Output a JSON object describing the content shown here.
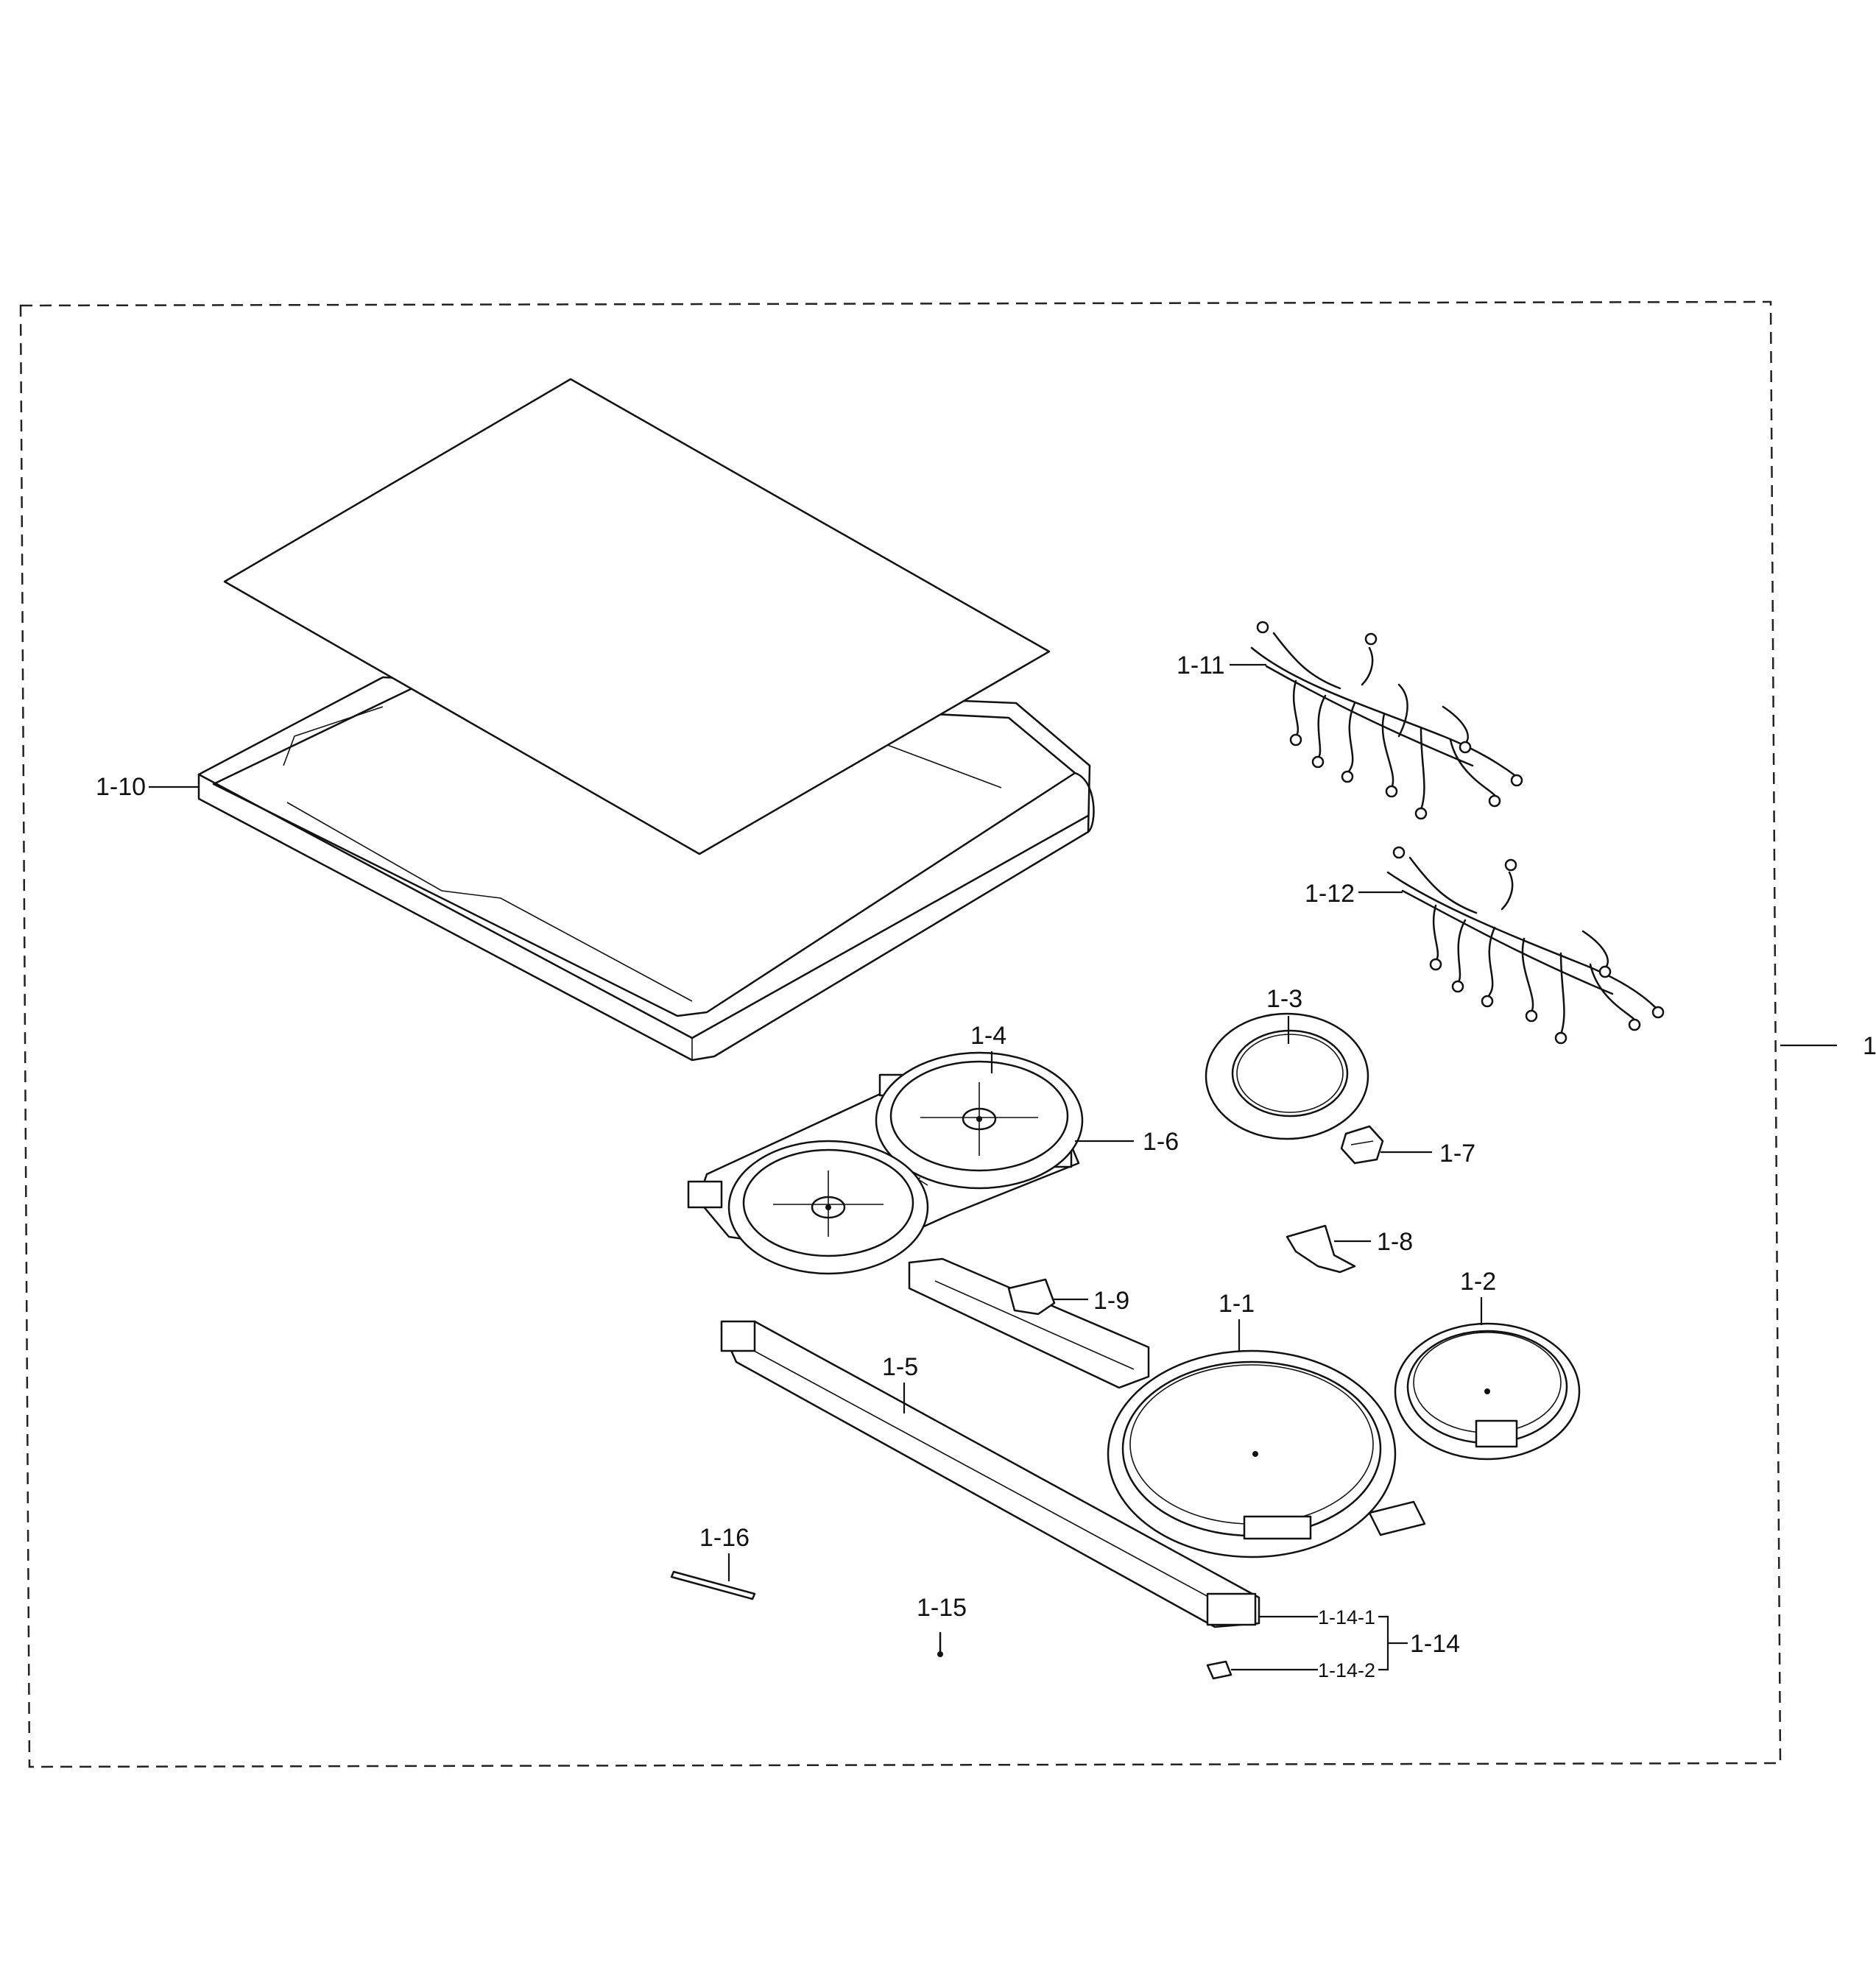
{
  "assembly": {
    "label": "1",
    "parts": [
      {
        "id": "p1_1",
        "label": "1-1"
      },
      {
        "id": "p1_2",
        "label": "1-2"
      },
      {
        "id": "p1_3",
        "label": "1-3"
      },
      {
        "id": "p1_4",
        "label": "1-4"
      },
      {
        "id": "p1_5",
        "label": "1-5"
      },
      {
        "id": "p1_6",
        "label": "1-6"
      },
      {
        "id": "p1_7",
        "label": "1-7"
      },
      {
        "id": "p1_8",
        "label": "1-8"
      },
      {
        "id": "p1_9",
        "label": "1-9"
      },
      {
        "id": "p1_10",
        "label": "1-10"
      },
      {
        "id": "p1_11",
        "label": "1-11"
      },
      {
        "id": "p1_12",
        "label": "1-12"
      },
      {
        "id": "p1_14",
        "label": "1-14"
      },
      {
        "id": "p1_14_1",
        "label": "1-14-1"
      },
      {
        "id": "p1_14_2",
        "label": "1-14-2"
      },
      {
        "id": "p1_15",
        "label": "1-15"
      },
      {
        "id": "p1_16",
        "label": "1-16"
      }
    ]
  }
}
